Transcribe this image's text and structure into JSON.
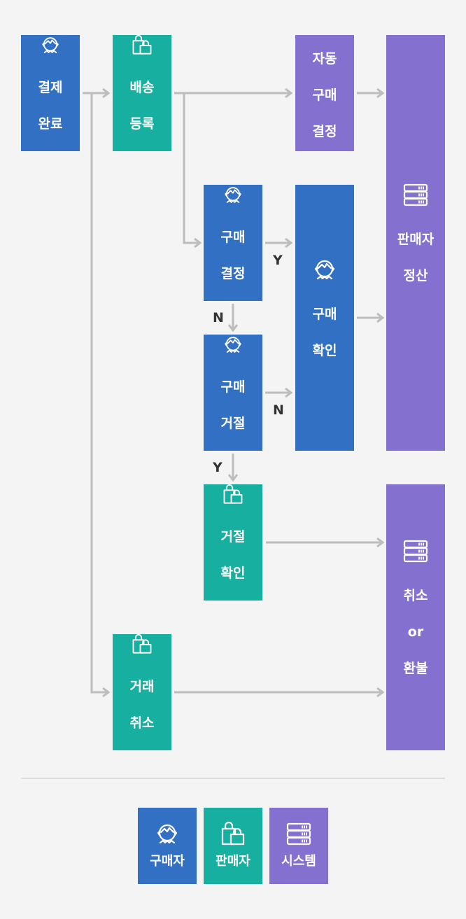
{
  "nodes": {
    "payment_complete": {
      "l1": "결제",
      "l2": "완료",
      "l3": ""
    },
    "shipping_register": {
      "l1": "배송",
      "l2": "등록",
      "l3": ""
    },
    "auto_purchase_decision": {
      "l1": "자동",
      "l2": "구매",
      "l3": "결정"
    },
    "seller_settlement": {
      "l1": "판매자",
      "l2": "정산",
      "l3": ""
    },
    "purchase_decision": {
      "l1": "구매",
      "l2": "결정",
      "l3": ""
    },
    "purchase_confirm": {
      "l1": "구매",
      "l2": "확인",
      "l3": ""
    },
    "purchase_reject": {
      "l1": "구매",
      "l2": "거절",
      "l3": ""
    },
    "reject_confirm": {
      "l1": "거절",
      "l2": "확인",
      "l3": ""
    },
    "cancel_refund": {
      "l1": "취소",
      "l2": "or",
      "l3": "환불"
    },
    "trade_cancel": {
      "l1": "거래",
      "l2": "취소",
      "l3": ""
    }
  },
  "edge_labels": {
    "decision_yes": "Y",
    "decision_no": "N",
    "reject_no": "N",
    "reject_yes": "Y"
  },
  "legend": {
    "buyer": "구매자",
    "seller": "판매자",
    "system": "시스템"
  },
  "colors": {
    "buyer": "#3270c4",
    "seller": "#17b0a0",
    "system": "#8370cf",
    "edge": "#bdbdbd"
  }
}
